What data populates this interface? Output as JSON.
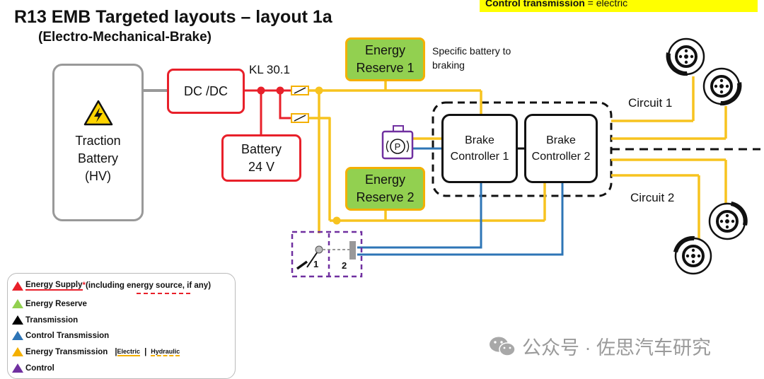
{
  "header": {
    "title": "R13 EMB Targeted layouts – layout 1a",
    "subtitle": "(Electro-Mechanical-Brake)",
    "banner_label": "Control transmission",
    "banner_value": " = electric"
  },
  "nodes": {
    "traction_battery": "Traction Battery (HV)",
    "dcdc": "DC /DC",
    "kl30": "KL 30.1",
    "battery24": "Battery 24 V",
    "energy_reserve_1": "Energy Reserve 1",
    "energy_reserve_2": "Energy Reserve 2",
    "specific_battery_note": "Specific battery to braking",
    "brake_controller_1": "Brake Controller 1",
    "brake_controller_2": "Brake Controller 2",
    "circuit_1": "Circuit 1",
    "circuit_2": "Circuit 2",
    "pedal_label_1": "1",
    "pedal_label_2": "2"
  },
  "legend": {
    "items": [
      {
        "label": "Energy Supply",
        "star": " *",
        "note": " (including energy source, if any)",
        "color": "#e8202a"
      },
      {
        "label": "Energy Reserve",
        "color": "#92d050"
      },
      {
        "label": "Transmission",
        "color": "#000000"
      },
      {
        "label": "Control Transmission",
        "color": "#2e75b6"
      },
      {
        "label": "Energy Transmission",
        "electric": "Electric",
        "hydraulic": "Hydraulic",
        "color": "#f4b000"
      },
      {
        "label": "Control",
        "color": "#7030a0"
      }
    ]
  },
  "watermark": "公众号 · 佐思汽车研究",
  "colors": {
    "energy_supply": "#e8202a",
    "energy_transmission": "#f7c31f",
    "control_transmission": "#2e75b6",
    "control": "#7030a0",
    "energy_reserve_fill": "#92d050"
  }
}
